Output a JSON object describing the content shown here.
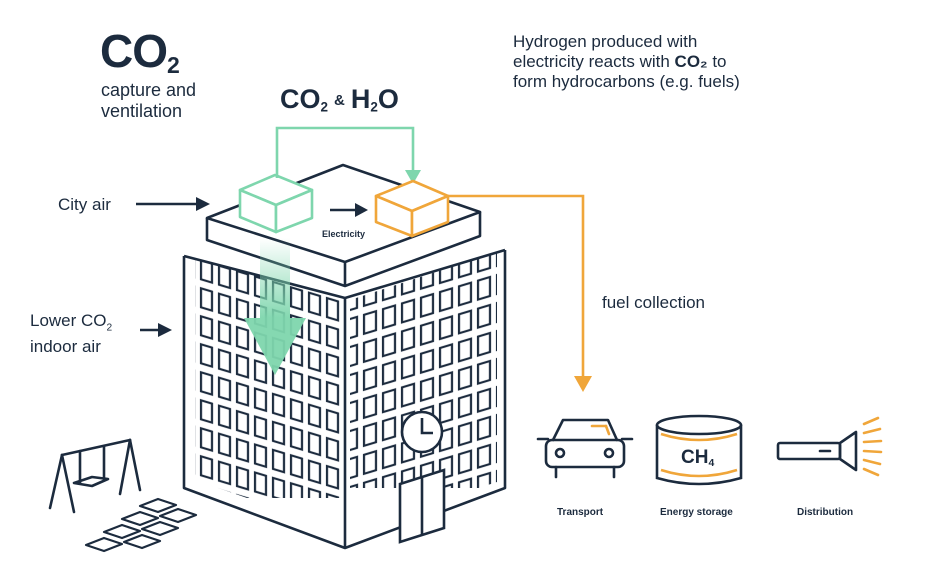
{
  "title": {
    "main": "CO",
    "sub": "2"
  },
  "capture_text": "capture and ventilation",
  "process": {
    "formula_a": "CO",
    "formula_a_sub": "2",
    "amp": "&",
    "formula_b": "H",
    "formula_b_sub": "2",
    "formula_b_tail": "O"
  },
  "hydrogen_text": {
    "pre": "Hydrogen produced with electricity reacts with ",
    "bold": "CO₂",
    "post": " to form hydrocarbons (e.g. fuels)"
  },
  "inputs": {
    "city_air": "City air",
    "lower_co2_pre": "Lower CO",
    "lower_co2_sub": "2",
    "lower_co2_post": "indoor air"
  },
  "electricity_label": "Electricity",
  "fuel_label": "fuel collection",
  "outputs": {
    "transport": "Transport",
    "energy_storage": "Energy storage",
    "distribution": "Distribution"
  },
  "ch4": {
    "main": "CH",
    "sub": "4"
  },
  "icons": [
    "capture-unit-icon",
    "reactor-unit-icon",
    "building-icon",
    "clock-icon",
    "swing-icon",
    "paving-icon",
    "car-icon",
    "storage-tank-icon",
    "flashlight-icon"
  ],
  "colors": {
    "navy": "#1c2b3e",
    "green": "#7ed6ad",
    "orange": "#f0a63a"
  }
}
